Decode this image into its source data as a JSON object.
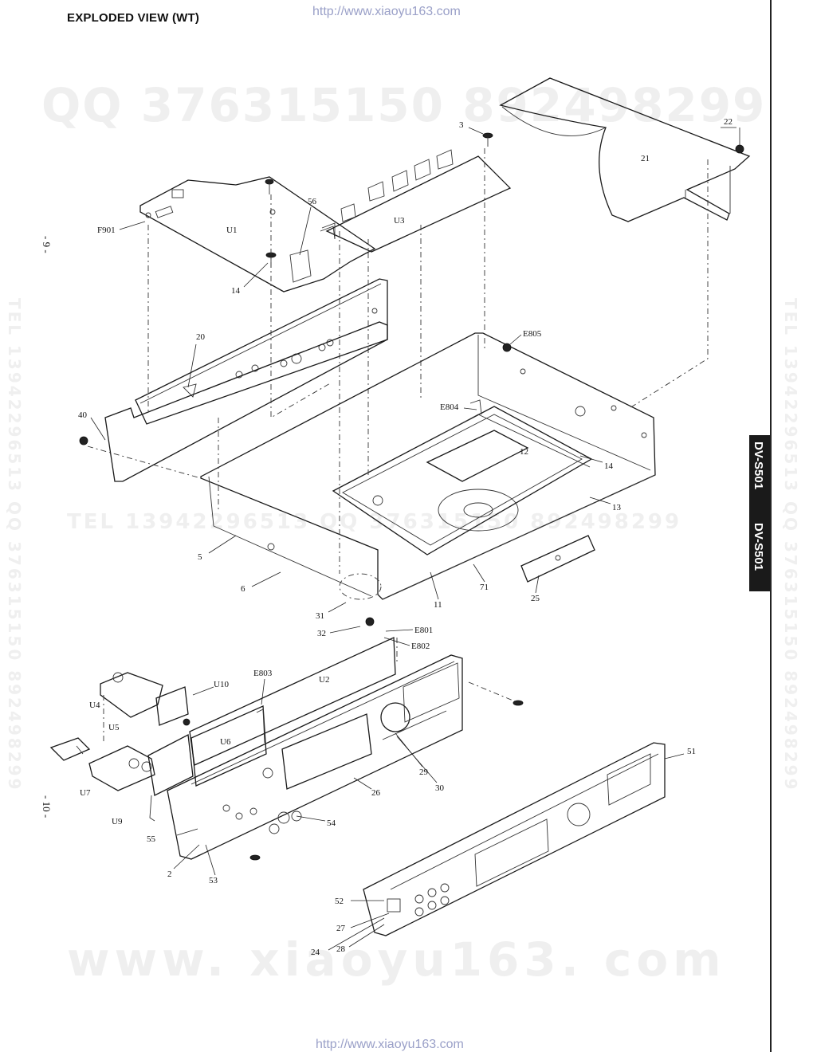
{
  "header": {
    "title": "EXPLODED VIEW (WT)",
    "url": "http://www.xiaoyu163.com"
  },
  "footer": {
    "url": "http://www.xiaoyu163.com"
  },
  "page_numbers": {
    "upper": "- 9 -",
    "lower": "- 10 -"
  },
  "side_tab": {
    "model_a": "DV-S501",
    "model_b": "DV-S501"
  },
  "watermarks": {
    "qq": "QQ 376315150   892498299",
    "tel": "TEL  13942296513   QQ  376315150  892498299",
    "www": "www. xiaoyu163. com",
    "vertical_left": "TEL 13942296513 QQ 376315150 892498299",
    "vertical_right": "TEL 13942296513 QQ 376315150 892498299"
  },
  "callouts": {
    "p3": "3",
    "p22": "22",
    "p21": "21",
    "p56": "56",
    "pF901": "F901",
    "pU1": "U1",
    "pU3": "U3",
    "p14a": "14",
    "p20": "20",
    "pE805": "E805",
    "p40": "40",
    "pE804": "E804",
    "p12": "12",
    "p14b": "14",
    "p13": "13",
    "p5": "5",
    "p6": "6",
    "p11": "11",
    "p71": "71",
    "p25": "25",
    "p31": "31",
    "p32": "32",
    "pE801": "E801",
    "pE802": "E802",
    "pE803": "E803",
    "pU2": "U2",
    "pU10": "U10",
    "pU4": "U4",
    "pU5": "U5",
    "pU6": "U6",
    "p29": "29",
    "p30": "30",
    "p26": "26",
    "pU7": "U7",
    "pU9": "U9",
    "p54": "54",
    "p55": "55",
    "p2": "2",
    "p53": "53",
    "p51": "51",
    "p52": "52",
    "p27": "27",
    "p24": "24",
    "p28": "28"
  }
}
